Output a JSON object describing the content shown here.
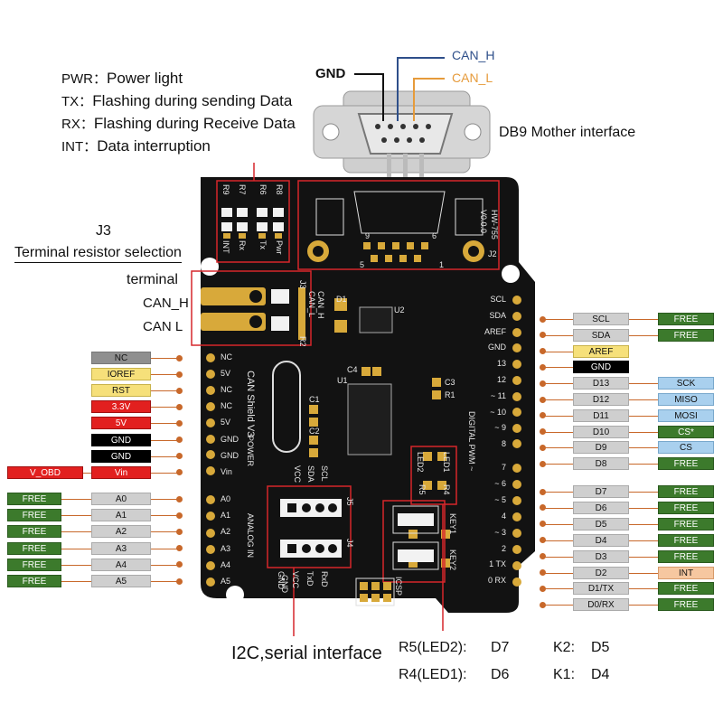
{
  "legend": [
    {
      "code": "PWR",
      "sep": "：",
      "text": "Power light"
    },
    {
      "code": "TX",
      "sep": "：",
      "text": "Flashing during sending Data"
    },
    {
      "code": "RX",
      "sep": "：",
      "text": "Flashing during Receive Data"
    },
    {
      "code": "INT",
      "sep": "：",
      "text": "Data interruption"
    }
  ],
  "db9": {
    "gnd": "GND",
    "can_h": "CAN_H",
    "can_l": "CAN_L",
    "title": "DB9 Mother interface"
  },
  "j3": {
    "name": "J3",
    "desc": "Terminal resistor selection",
    "terminal": "terminal",
    "can_h": "CAN_H",
    "can_l": "CAN  L"
  },
  "colors": {
    "pcb": "#121212",
    "red_box": "#d6262b",
    "connector_line": "#c8682a",
    "free_green": "#3c7a2c",
    "gray": "#cfcfcf",
    "yellow": "#f6e07a",
    "red": "#e2201f",
    "black": "#000000",
    "blue": "#a9d0ee",
    "orange": "#f6c7a0",
    "gold": "#d8a93a",
    "can_h_line": "#2e4f8a",
    "can_l_line": "#e69b3b"
  },
  "left_power": [
    {
      "label": "NC",
      "style": "darkgray"
    },
    {
      "label": "IOREF",
      "style": "yellow"
    },
    {
      "label": "RST",
      "style": "yellow"
    },
    {
      "label": "3.3V",
      "style": "red"
    },
    {
      "label": "5V",
      "style": "red"
    },
    {
      "label": "GND",
      "style": "black"
    },
    {
      "label": "GND",
      "style": "black"
    },
    {
      "label": "Vin",
      "style": "red"
    }
  ],
  "vobd": "V_OBD",
  "left_analog": [
    {
      "free": "FREE",
      "pin": "A0"
    },
    {
      "free": "FREE",
      "pin": "A1"
    },
    {
      "free": "FREE",
      "pin": "A2"
    },
    {
      "free": "FREE",
      "pin": "A3"
    },
    {
      "free": "FREE",
      "pin": "A4"
    },
    {
      "free": "FREE",
      "pin": "A5"
    }
  ],
  "right_top": [
    {
      "pin": "SCL",
      "func": "FREE",
      "pin_style": "gray",
      "func_style": "green"
    },
    {
      "pin": "SDA",
      "func": "FREE",
      "pin_style": "gray",
      "func_style": "green"
    },
    {
      "pin": "AREF",
      "func": "",
      "pin_style": "yellow",
      "func_style": "none"
    },
    {
      "pin": "GND",
      "func": "",
      "pin_style": "black",
      "func_style": "none"
    },
    {
      "pin": "D13",
      "func": "SCK",
      "pin_style": "gray",
      "func_style": "blue"
    },
    {
      "pin": "D12",
      "func": "MISO",
      "pin_style": "gray",
      "func_style": "blue"
    },
    {
      "pin": "D11",
      "func": "MOSI",
      "pin_style": "gray",
      "func_style": "blue"
    },
    {
      "pin": "D10",
      "func": "CS*",
      "pin_style": "gray",
      "func_style": "green"
    },
    {
      "pin": "D9",
      "func": "CS",
      "pin_style": "gray",
      "func_style": "blue"
    },
    {
      "pin": "D8",
      "func": "FREE",
      "pin_style": "gray",
      "func_style": "green"
    }
  ],
  "right_bottom": [
    {
      "pin": "D7",
      "func": "FREE",
      "func_style": "green"
    },
    {
      "pin": "D6",
      "func": "FREE",
      "func_style": "green"
    },
    {
      "pin": "D5",
      "func": "FREE",
      "func_style": "green"
    },
    {
      "pin": "D4",
      "func": "FREE",
      "func_style": "green"
    },
    {
      "pin": "D3",
      "func": "FREE",
      "func_style": "green"
    },
    {
      "pin": "D2",
      "func": "INT",
      "func_style": "orange"
    },
    {
      "pin": "D1/TX",
      "func": "FREE",
      "func_style": "green"
    },
    {
      "pin": "D0/RX",
      "func": "FREE",
      "func_style": "green"
    }
  ],
  "pcb": {
    "model": "HW-755",
    "version": "V0.0.0",
    "shield_name": "CAN Shield V3",
    "power_header": [
      "NC",
      "5V",
      "NC",
      "NC",
      "5V",
      "GND",
      "GND",
      "Vin"
    ],
    "power_title": "POWER",
    "analog_header": [
      "A0",
      "A1",
      "A2",
      "A3",
      "A4",
      "A5"
    ],
    "analog_title": "ANALOG IN",
    "digital_top": [
      "SCL",
      "SDA",
      "AREF",
      "GND",
      "13",
      "12",
      "~ 11",
      "~ 10",
      "~ 9",
      "8"
    ],
    "digital_bottom": [
      "7",
      "~ 6",
      "~ 5",
      "4",
      "~ 3",
      "2",
      "1 TX",
      "0 RX"
    ],
    "digital_title": "DIGITAL PWM ~",
    "led_labels": [
      "R9",
      "R7",
      "R6",
      "R8"
    ],
    "led_names": [
      "INT",
      "Rx",
      "Tx",
      "Pwr"
    ],
    "j2": "J2",
    "db9_pins_top": [
      "9",
      "6"
    ],
    "db9_pins_bottom": [
      "5",
      "1"
    ],
    "j3_pin": "J3",
    "can_h_lbl": "CAN_H",
    "can_l_lbl": "CAN_L",
    "r2": "R2",
    "d1": "D1",
    "u2": "U2",
    "c4": "C4",
    "u1": "U1",
    "c3": "C3",
    "r1": "R1",
    "c1": "C1",
    "c2": "C2",
    "j5_pins": [
      "VCC",
      "SDA",
      "SCL"
    ],
    "j5": "J5",
    "j4_pins": [
      "GND",
      "VCC",
      "TxD",
      "RxD"
    ],
    "j4": "J4",
    "led2": "LED2",
    "led1": "LED1",
    "r5": "R5",
    "r4": "R4",
    "k1": "KEY1",
    "k2": "KEY2",
    "icsp": "ICSP",
    "gnd_j5": "GND"
  },
  "bottom": {
    "i2c": "I2C,serial interface",
    "r5": "R5(LED2):",
    "r5_pin": "D7",
    "r4": "R4(LED1):",
    "r4_pin": "D6",
    "k2": "K2:",
    "k2_pin": "D5",
    "k1": "K1:",
    "k1_pin": "D4"
  }
}
